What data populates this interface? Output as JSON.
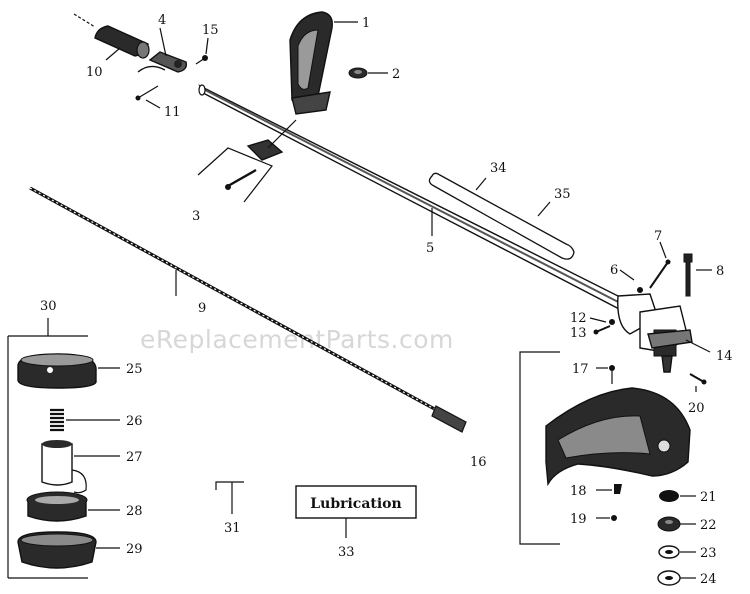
{
  "watermark": "eReplacementParts.com",
  "lubrication_label": "Lubrication",
  "callouts": {
    "n1": "1",
    "n2": "2",
    "n3": "3",
    "n4": "4",
    "n5": "5",
    "n6": "6",
    "n7": "7",
    "n8": "8",
    "n9": "9",
    "n10": "10",
    "n11": "11",
    "n12": "12",
    "n13": "13",
    "n14": "14",
    "n15": "15",
    "n16": "16",
    "n17": "17",
    "n18": "18",
    "n19": "19",
    "n20": "20",
    "n21": "21",
    "n22": "22",
    "n23": "23",
    "n24": "24",
    "n25": "25",
    "n26": "26",
    "n27": "27",
    "n28": "28",
    "n29": "29",
    "n30": "30",
    "n31": "31",
    "n33": "33",
    "n34": "34",
    "n35": "35"
  },
  "colors": {
    "ink": "#111111",
    "part_fill": "#2a2a2a",
    "mid_gray": "#8a8a8a",
    "watermark": "#d7d7d7"
  }
}
